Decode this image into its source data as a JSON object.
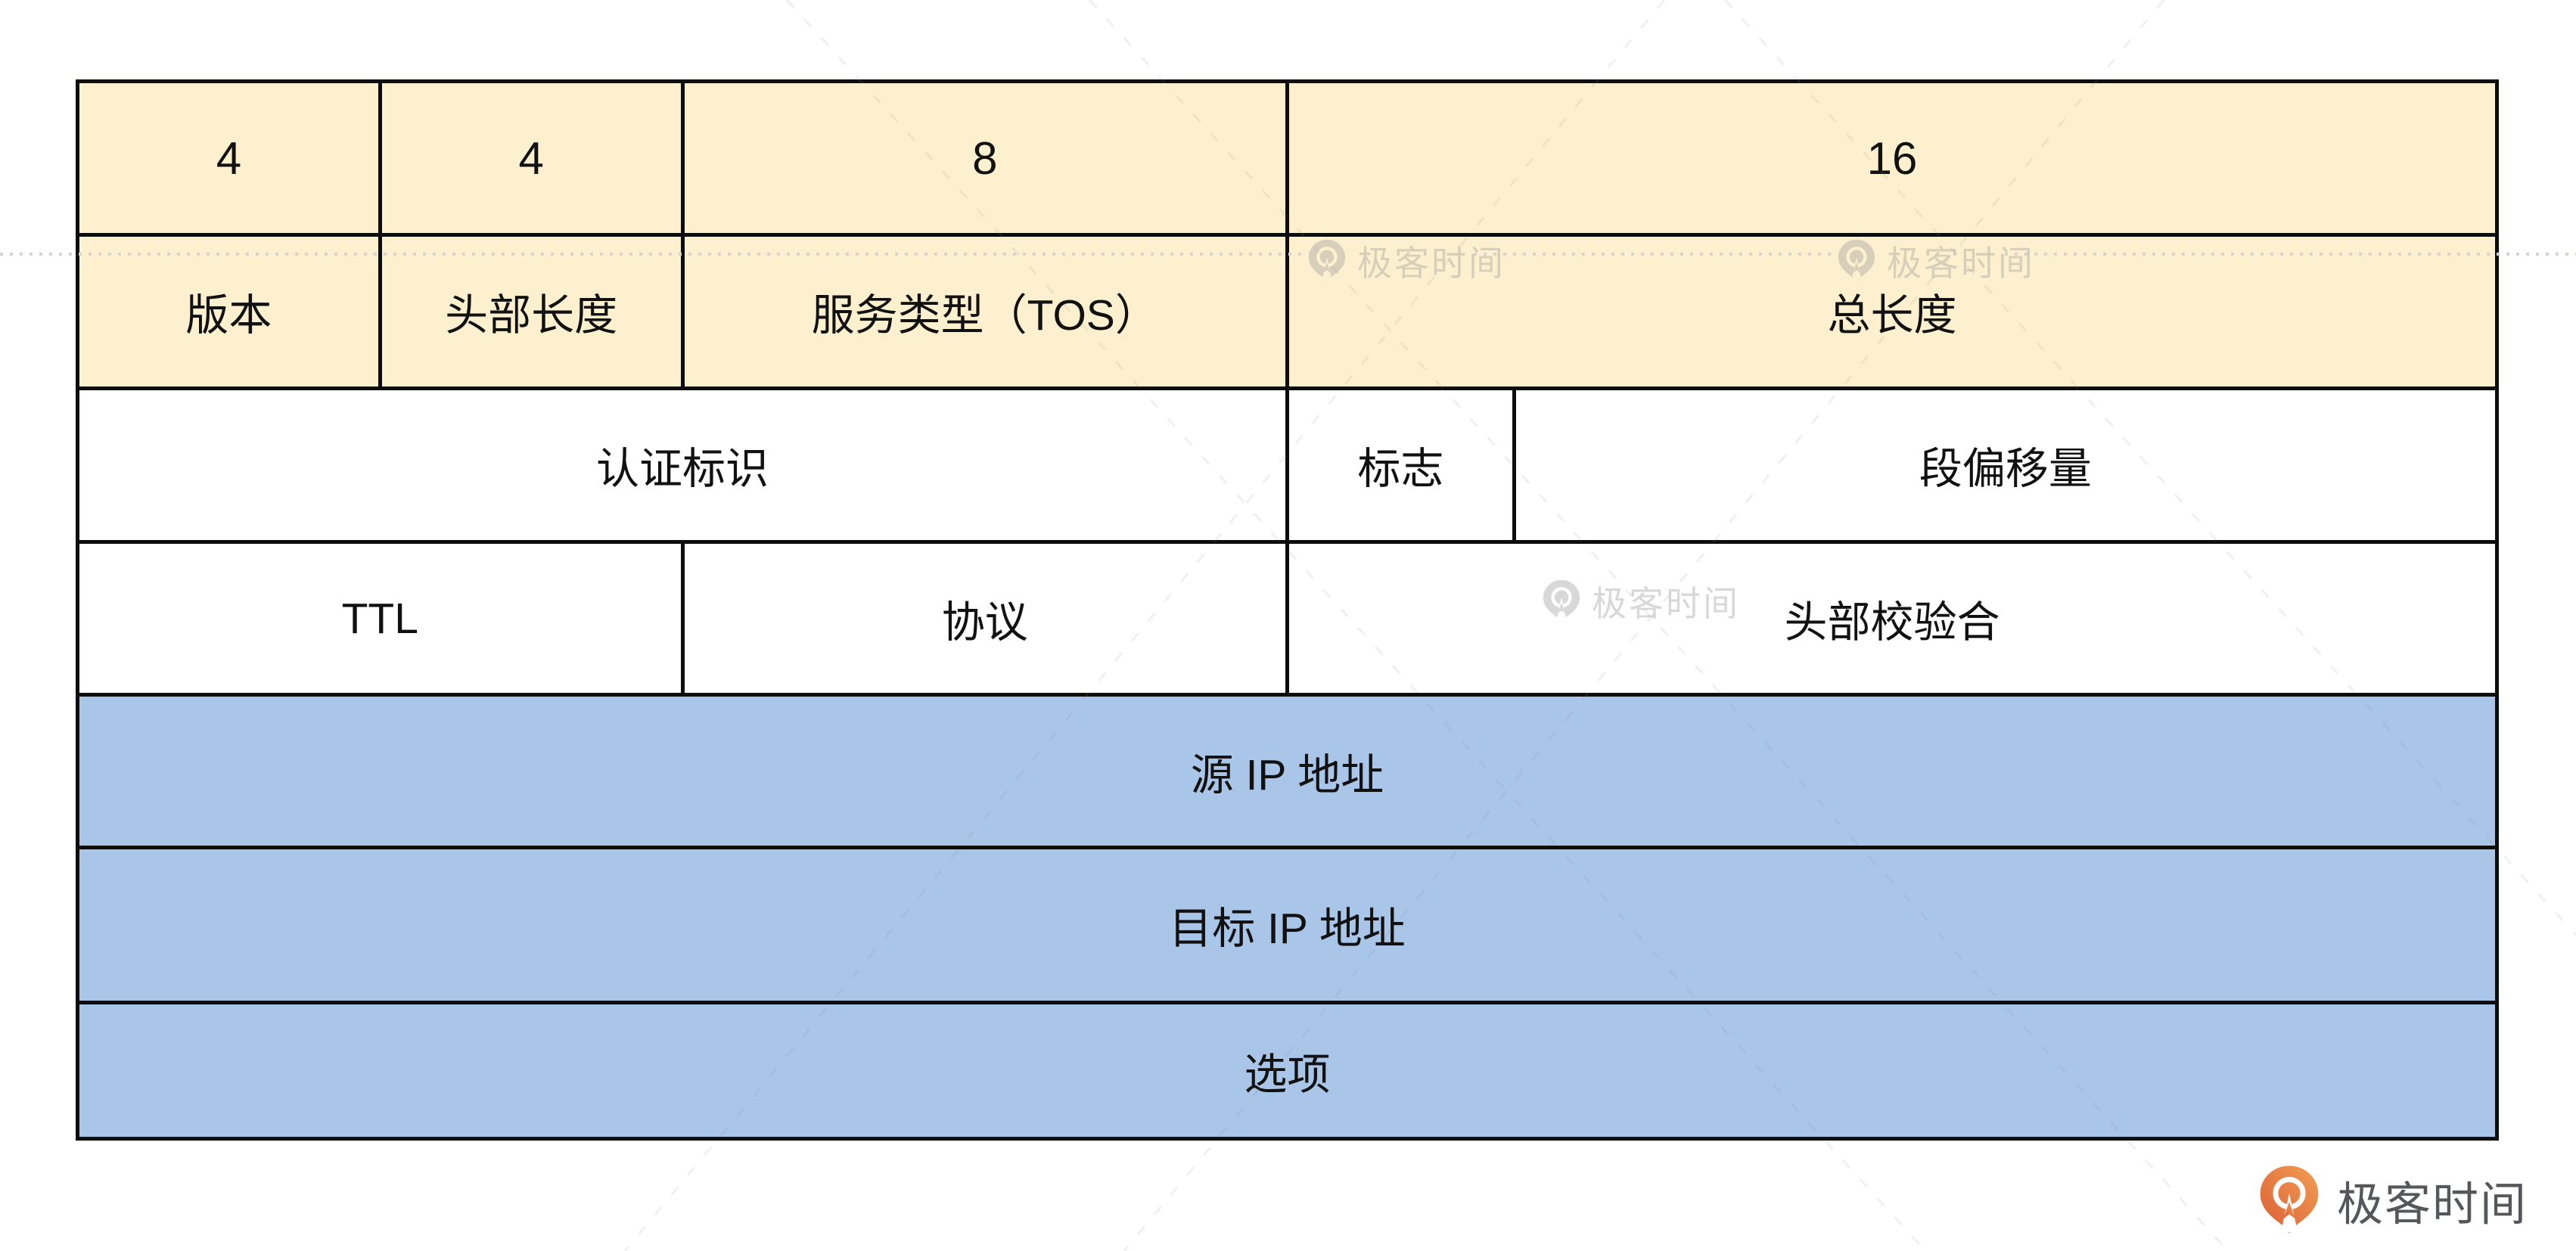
{
  "table": {
    "bits_row": {
      "version_bits": "4",
      "header_length_bits": "4",
      "tos_bits": "8",
      "total_length_bits": "16"
    },
    "fields": {
      "version": "版本",
      "header_length": "头部长度",
      "tos": "服务类型（TOS）",
      "total_length": "总长度",
      "identification": "认证标识",
      "flags": "标志",
      "fragment_offset": "段偏移量",
      "ttl": "TTL",
      "protocol": "协议",
      "header_checksum": "头部校验合",
      "source_ip": "源 IP 地址",
      "destination_ip": "目标 IP 地址",
      "options": "选项"
    },
    "colors": {
      "yellow": "#FDF0CE",
      "white": "#FFFFFF",
      "blue": "#A9C5E8",
      "border": "#0D0D0D"
    }
  },
  "watermark": {
    "text": "极客时间"
  },
  "brand": {
    "name": "极客时间",
    "orange": "#E8703F",
    "text_color": "#55575B"
  }
}
